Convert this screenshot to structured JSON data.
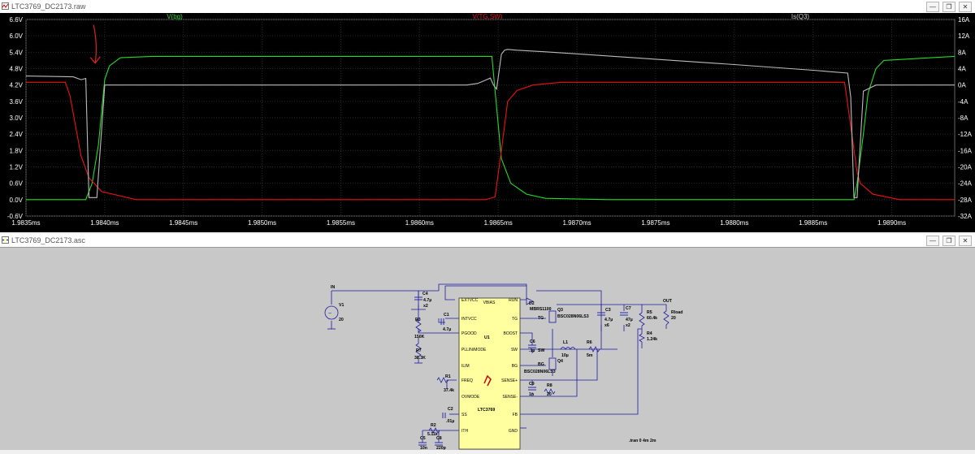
{
  "plot_window": {
    "title": "LTC3769_DC2173.raw",
    "controls": {
      "minimize": "—",
      "restore": "❐",
      "close": "✕"
    }
  },
  "schematic_window": {
    "title": "LTC3769_DC2173.asc",
    "controls": {
      "minimize": "—",
      "restore": "❐",
      "close": "✕"
    }
  },
  "colors": {
    "vbg": "#22dd22",
    "vtgsw": "#ee1111",
    "isq3": "#bbbbbb",
    "plot_bg": "#000000",
    "grid": "#2a2a2a",
    "axis_text": "#ffffff",
    "wire": "#1a1aa0",
    "chip": "#ffffa0"
  },
  "chart_data": {
    "type": "line",
    "xlim": [
      1.9835,
      1.9894
    ],
    "x_ticks": [
      "1.9835ms",
      "1.9840ms",
      "1.9845ms",
      "1.9850ms",
      "1.9855ms",
      "1.9860ms",
      "1.9865ms",
      "1.9870ms",
      "1.9875ms",
      "1.9880ms",
      "1.9885ms",
      "1.9890ms"
    ],
    "y_left_ticks": [
      "6.6V",
      "6.0V",
      "5.4V",
      "4.8V",
      "4.2V",
      "3.6V",
      "3.0V",
      "2.4V",
      "1.8V",
      "1.2V",
      "0.6V",
      "0.0V",
      "-0.6V"
    ],
    "y_right_ticks": [
      "16A",
      "12A",
      "8A",
      "4A",
      "0A",
      "-4A",
      "-8A",
      "-12A",
      "-16A",
      "-20A",
      "-24A",
      "-28A",
      "-32A"
    ],
    "ylim_left": [
      -0.6,
      6.6
    ],
    "ylim_right": [
      -32,
      16
    ],
    "grid": true,
    "series": [
      {
        "name": "V(bg)",
        "axis": "left",
        "x": [
          1.9835,
          1.98388,
          1.98392,
          1.98396,
          1.984,
          1.98403,
          1.9841,
          1.9843,
          1.986,
          1.98638,
          1.98646,
          1.98648,
          1.98652,
          1.98658,
          1.98668,
          1.9868,
          1.9872,
          1.9884,
          1.98876,
          1.98878,
          1.98882,
          1.98885,
          1.9889,
          1.98895,
          1.9894
        ],
        "y": [
          0.0,
          0.0,
          0.6,
          2.0,
          4.4,
          4.9,
          5.2,
          5.25,
          5.25,
          5.25,
          5.25,
          4.0,
          1.5,
          0.6,
          0.2,
          0.05,
          0.0,
          0.0,
          0.0,
          0.6,
          2.4,
          3.9,
          4.8,
          5.1,
          5.25
        ]
      },
      {
        "name": "V(TG,SW)",
        "axis": "left",
        "x": [
          1.9835,
          1.98375,
          1.98378,
          1.98385,
          1.9839,
          1.98398,
          1.9842,
          1.9864,
          1.98642,
          1.98648,
          1.98652,
          1.98656,
          1.98662,
          1.98672,
          1.9869,
          1.9887,
          1.98872,
          1.98878,
          1.9888,
          1.98888,
          1.98905,
          1.9894
        ],
        "y": [
          4.3,
          4.3,
          3.8,
          1.6,
          0.8,
          0.3,
          0.0,
          0.0,
          0.0,
          0.1,
          1.8,
          3.6,
          4.0,
          4.2,
          4.3,
          4.3,
          3.5,
          1.0,
          0.6,
          0.2,
          0.0,
          0.0
        ]
      },
      {
        "name": "Is(Q3)",
        "axis": "right",
        "x": [
          1.9835,
          1.9838,
          1.98385,
          1.98388,
          1.9839,
          1.98395,
          1.984,
          1.9863,
          1.98637,
          1.98642,
          1.98645,
          1.98647,
          1.98649,
          1.98652,
          1.98654,
          1.98656,
          1.98662,
          1.9868,
          1.987,
          1.9875,
          1.988,
          1.9885,
          1.98872,
          1.98874,
          1.98876,
          1.98878,
          1.98882,
          1.9889,
          1.9894
        ],
        "y": [
          2.2,
          2.0,
          1.3,
          1.6,
          -27.5,
          -27.5,
          0,
          0,
          0.4,
          1.2,
          1.7,
          0,
          -1,
          7.5,
          8.5,
          8.7,
          8.5,
          8.1,
          7.6,
          6.3,
          5.0,
          3.6,
          2.9,
          -3,
          -27.5,
          -27.5,
          -1.5,
          0,
          0
        ]
      }
    ],
    "annotations": [
      {
        "type": "arrow",
        "x": 1.98394,
        "y_top": 6.4,
        "y_bottom": 5.0,
        "color": "#dd2222"
      }
    ]
  },
  "schematic": {
    "labels": {
      "in": "IN",
      "v1": "V1",
      "v1val": "20",
      "c4": "C4",
      "c4val": "4.7µ",
      "c4x": "x2",
      "r3": "R3",
      "r3val": "150K",
      "r7": "R7",
      "r7val": "38.3K",
      "c1": "C1",
      "c1val": "4.7µ",
      "r1": "R1",
      "r1val": "37.4k",
      "c2": "C2",
      "c2val": ".01µ",
      "r2": "R2",
      "r2val": "5.11k",
      "c5": "C5",
      "c5val": "10n",
      "c8": "C8",
      "c8val": "220p",
      "u1": "U1",
      "chip": "LTC3769",
      "d2": "D2",
      "d2val": "MBRS1100",
      "q3": "Q3",
      "q3val": "BSC028N06LS3",
      "tg": "TG",
      "c6": "C6",
      "c6val": ".1µ",
      "sw": "SW",
      "l1": "L1",
      "l1val": "10µ",
      "r6": "R6",
      "r6val": "5m",
      "q4": "Q4",
      "bg": "BG",
      "q4val": "BSC028N06LS3",
      "c9": "C9",
      "c9val": "1n",
      "r8": "R8",
      "r8val": "20",
      "c3": "C3",
      "c3val": "4.7µ",
      "c3x": "x6",
      "c7": "C7",
      "c7val": "47µ",
      "c7x": "x2",
      "r5": "R5",
      "r5val": "60.4k",
      "r4": "R4",
      "r4val": "1.24k",
      "out": "OUT",
      "rload": "Rload",
      "rloadval": "20",
      "tran": ".tran 0 4m 2m"
    },
    "pins_left": [
      "EXTVCC",
      "INTVCC",
      "PGOOD",
      "PLLIN/MODE",
      "ILIM",
      "FREQ",
      "OVMODE",
      "SS",
      "ITH"
    ],
    "pins_right": [
      "RUN",
      "TG",
      "BOOST",
      "SW",
      "BG",
      "SENSE+",
      "SENSE-",
      "FB",
      "GND"
    ],
    "pin_top": "VBIAS"
  }
}
